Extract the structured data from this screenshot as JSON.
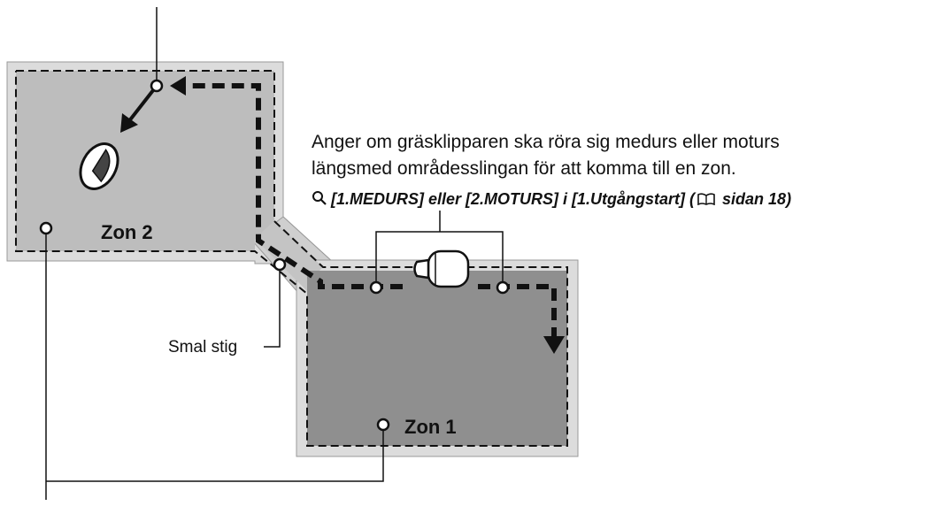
{
  "zones": {
    "zone2_label": "Zon 2",
    "zone1_label": "Zon 1"
  },
  "narrow_path_label": "Smal stig",
  "info": {
    "line1": "Anger om gräsklipparen ska röra sig medurs eller moturs",
    "line2": "längsmed områdesslingan för att komma till en zon.",
    "ref_part1": "[1.MEDURS] eller [2.MOTURS] i [1.Utgångstart] (",
    "ref_part2": " sidan 18)"
  },
  "colors": {
    "zone2_fill": "#bdbdbd",
    "zone1_fill": "#8f8f8f",
    "border_fill": "#dcdcdc",
    "path_fill": "#cfcfcf",
    "dark": "#111111"
  }
}
